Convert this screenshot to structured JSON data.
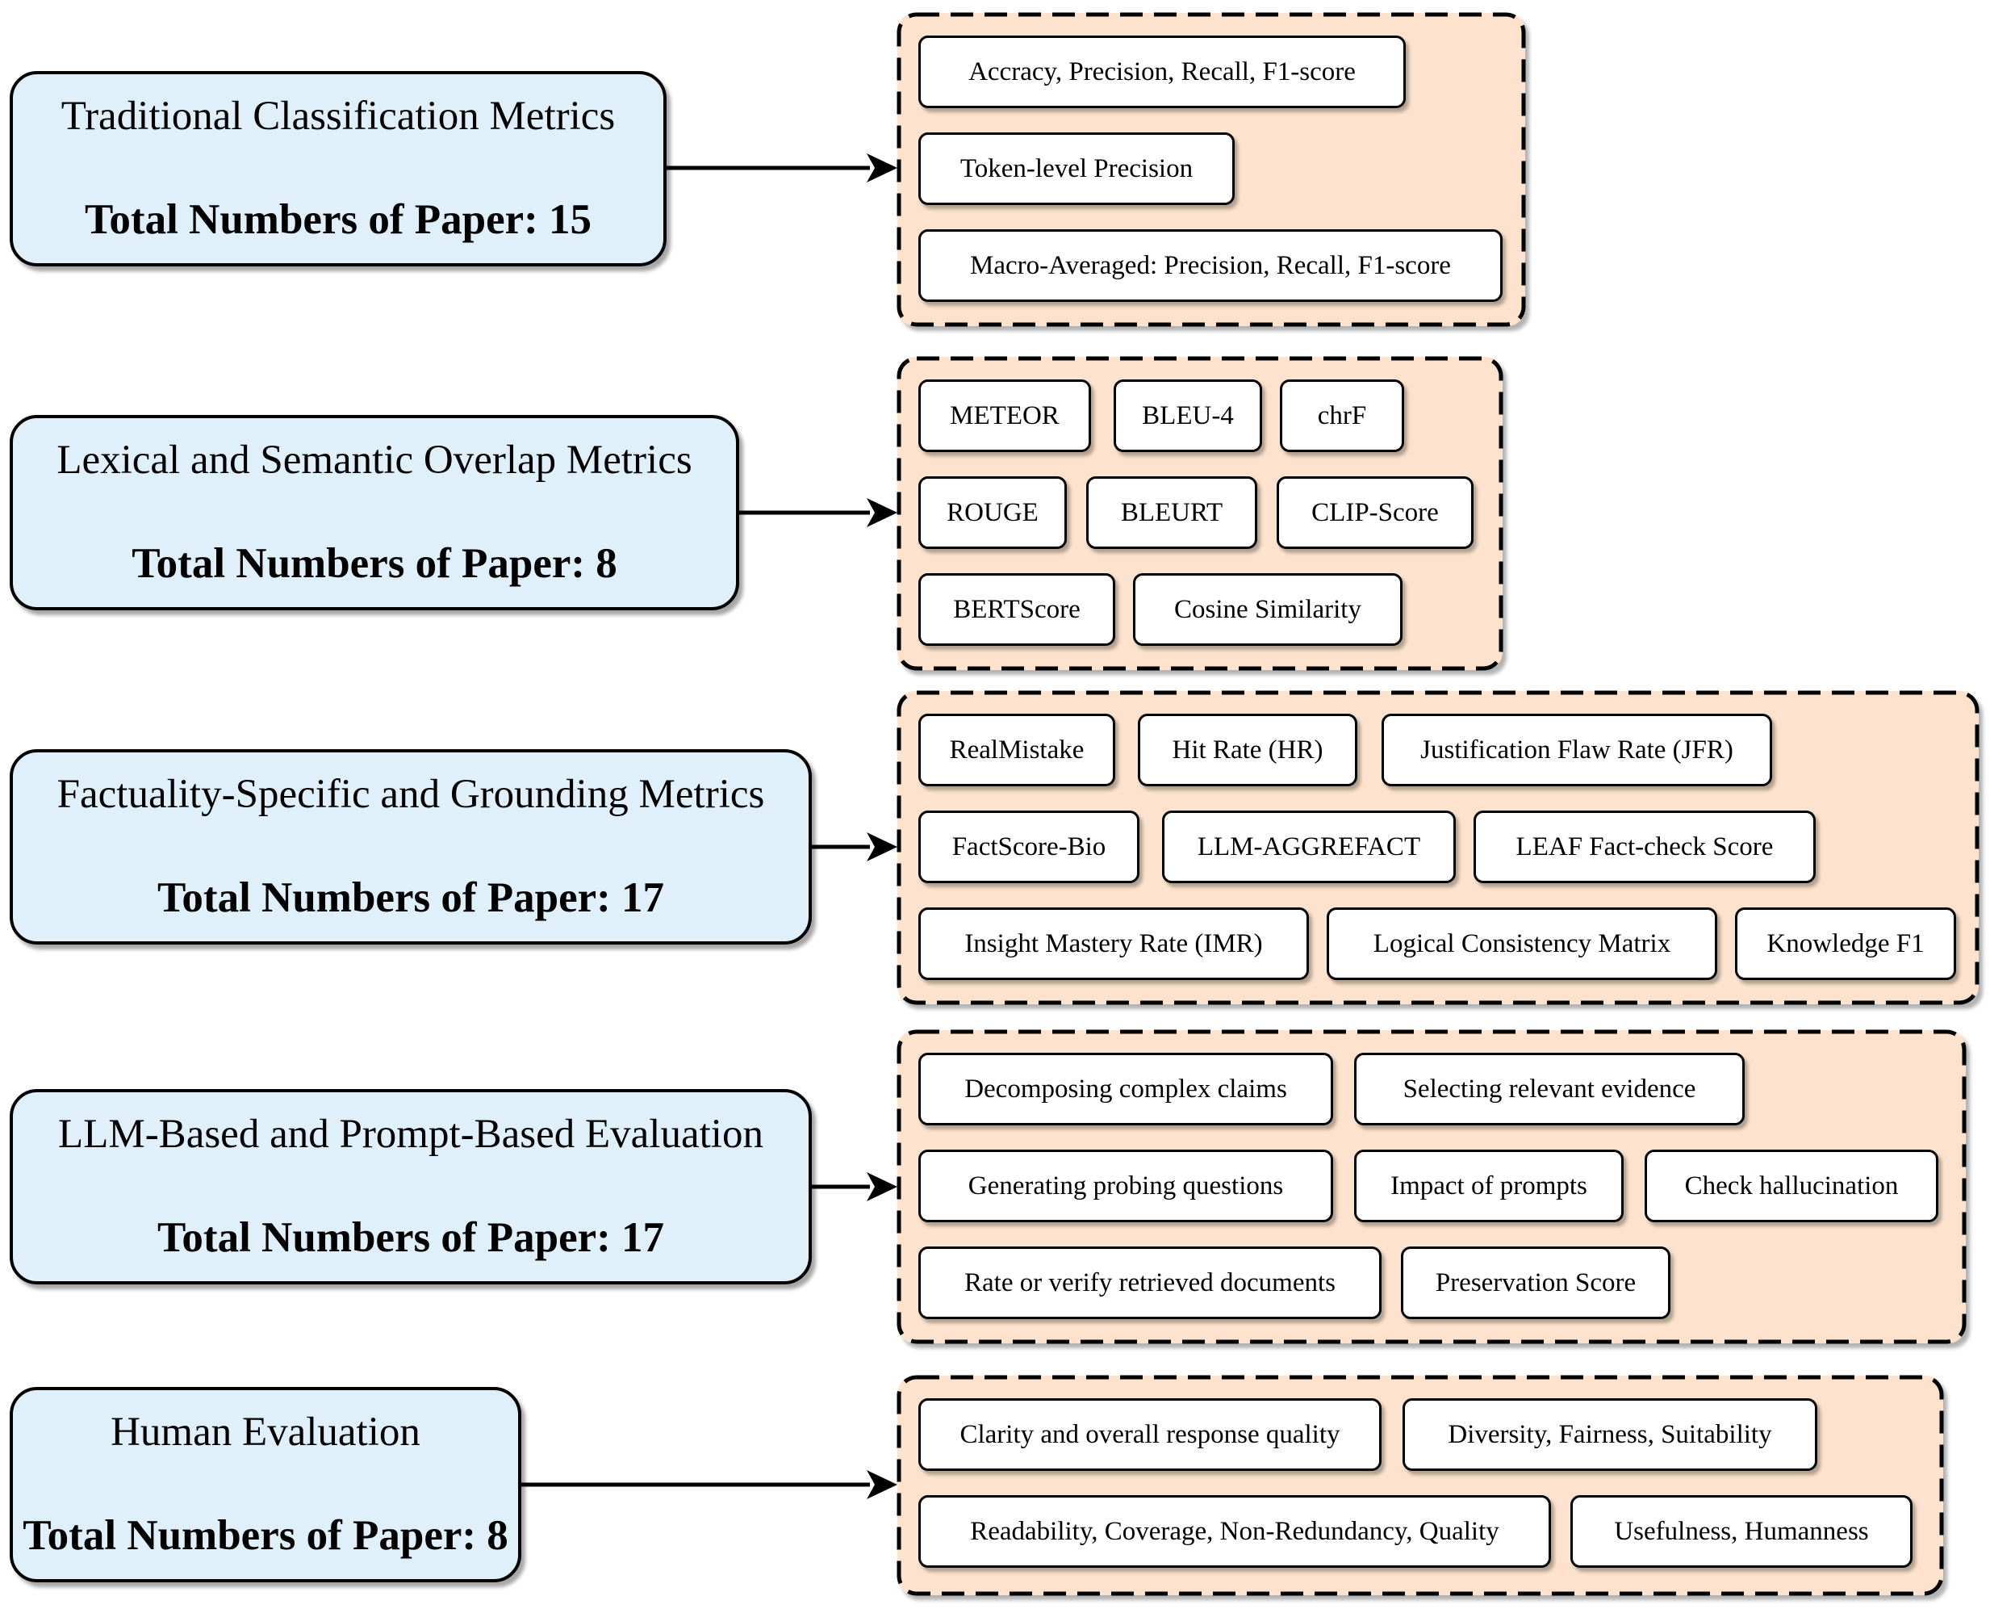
{
  "colors": {
    "category_fill": "#dff0fb",
    "group_fill": "#fde3cd",
    "chip_fill": "#ffffff",
    "stroke": "#000000"
  },
  "categories": [
    {
      "title": "Traditional Classification Metrics",
      "total_label": "Total Numbers of Paper:",
      "total_value": "15",
      "metrics": [
        "Accracy, Precision, Recall, F1-score",
        "Token-level Precision",
        "Macro-Averaged: Precision, Recall, F1-score"
      ]
    },
    {
      "title": "Lexical and Semantic Overlap Metrics",
      "total_label": "Total Numbers of Paper:",
      "total_value": "8",
      "metrics": [
        "METEOR",
        "BLEU-4",
        "chrF",
        "ROUGE",
        "BLEURT",
        "CLIP-Score",
        "BERTScore",
        "Cosine Similarity"
      ]
    },
    {
      "title": "Factuality-Specific and Grounding Metrics",
      "total_label": "Total Numbers of Paper:",
      "total_value": "17",
      "metrics": [
        "RealMistake",
        "Hit Rate (HR)",
        "Justification Flaw Rate (JFR)",
        "FactScore-Bio",
        "LLM-AGGREFACT",
        "LEAF Fact-check Score",
        "Insight Mastery Rate (IMR)",
        "Logical Consistency Matrix",
        "Knowledge F1"
      ]
    },
    {
      "title": "LLM-Based and Prompt-Based Evaluation",
      "total_label": "Total Numbers of Paper:",
      "total_value": "17",
      "metrics": [
        "Decomposing complex claims",
        "Selecting relevant evidence",
        "Generating probing questions",
        "Impact of prompts",
        "Check hallucination",
        "Rate or verify retrieved documents",
        "Preservation Score"
      ]
    },
    {
      "title": "Human Evaluation",
      "total_label": "Total Numbers of Paper:",
      "total_value": "8",
      "metrics": [
        "Clarity and overall response quality",
        "Diversity, Fairness, Suitability",
        "Readability, Coverage, Non-Redundancy, Quality",
        "Usefulness, Humanness"
      ]
    }
  ]
}
